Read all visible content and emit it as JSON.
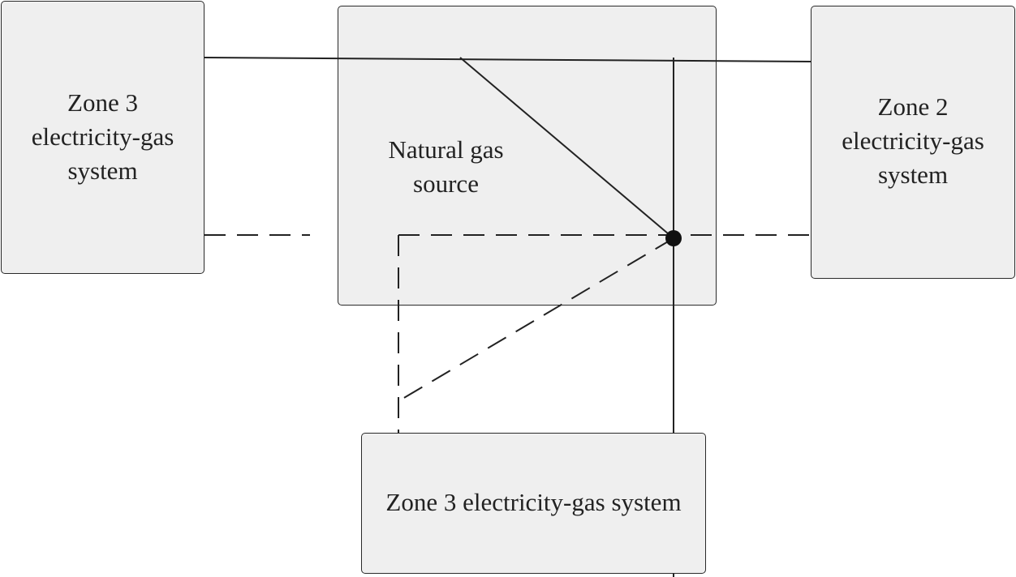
{
  "diagram": {
    "boxes": {
      "zone3_left": {
        "lines": [
          "Zone 3",
          "electricity-gas",
          "system"
        ]
      },
      "gas_source": {
        "lines": [
          "Natural gas",
          "source"
        ]
      },
      "zone2_right": {
        "lines": [
          "Zone 2",
          "electricity-gas",
          "system"
        ]
      },
      "zone3_bottom": {
        "lines": [
          "Zone 3 electricity-gas system"
        ]
      }
    },
    "colors": {
      "box_fill": "#efefef",
      "stroke": "#222222",
      "node": "#111111"
    }
  }
}
